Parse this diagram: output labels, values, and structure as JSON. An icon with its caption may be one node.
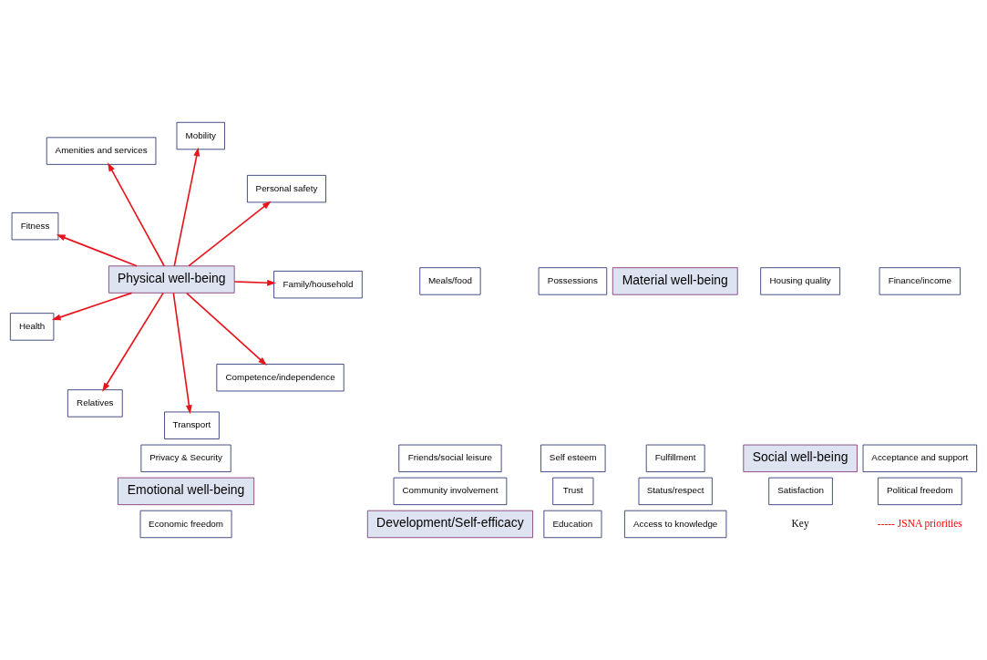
{
  "diagram": {
    "nodes": [
      {
        "text": [
          "Fitness"
        ]
      },
      {
        "text": [
          "Personal safety"
        ]
      },
      {
        "text": [
          "Meals/food"
        ]
      },
      {
        "text": [
          "Transport"
        ]
      },
      {
        "text": [
          "Mobility"
        ]
      },
      {
        "text": [
          "Possessions"
        ]
      },
      {
        "text": [
          "Physical well-being"
        ]
      },
      {
        "text": [
          "Amenities and services"
        ]
      },
      {
        "text": [
          "Material well-being"
        ]
      },
      {
        "text": [
          "Health"
        ]
      },
      {
        "text": [
          "Housing quality"
        ]
      },
      {
        "text": [
          "Finance/income"
        ]
      },
      {
        "text": [
          "Privacy & Security"
        ]
      },
      {
        "text": [
          "Family/household"
        ]
      },
      {
        "text": [
          "Friends/social leisure"
        ]
      },
      {
        "text": [
          "Self esteem"
        ]
      },
      {
        "text": [
          "Fulfillment"
        ]
      },
      {
        "text": [
          "Social well-being"
        ]
      },
      {
        "text": [
          "Acceptance and support"
        ]
      },
      {
        "text": [
          "Emotional well-being"
        ]
      },
      {
        "text": [
          "Relatives"
        ]
      },
      {
        "text": [
          "Community involvement"
        ]
      },
      {
        "text": [
          "Trust"
        ]
      },
      {
        "text": [
          "Status/respect"
        ]
      },
      {
        "text": [
          "Satisfaction"
        ]
      },
      {
        "text": [
          "Political freedom"
        ]
      },
      {
        "text": [
          "Economic freedom"
        ]
      },
      {
        "text": [
          "Competence/independence"
        ]
      },
      {
        "text": [
          "Development/Self-efficacy"
        ]
      },
      {
        "text": [
          "Education"
        ]
      },
      {
        "text": [
          "Access to knowledge"
        ]
      }
    ],
    "edges": [
      {
        "from": 6,
        "to": 1,
        "arrow": "to"
      },
      {
        "from": 6,
        "to": 0,
        "arrow": "to"
      },
      {
        "from": 6,
        "to": 4,
        "arrow": "to"
      },
      {
        "from": 6,
        "to": 3,
        "arrow": "to"
      },
      {
        "from": 6,
        "to": 7,
        "arrow": "to"
      },
      {
        "from": 6,
        "to": 9,
        "arrow": "to"
      },
      {
        "from": 6,
        "to": 13,
        "arrow": "to"
      },
      {
        "from": 6,
        "to": 20,
        "arrow": "to"
      },
      {
        "from": 6,
        "to": 27,
        "arrow": "to"
      }
    ],
    "labels": [
      "Key"
    ],
    "legend": [
      {
        "text": "----- JSNA priorities",
        "color": "#ff0000"
      }
    ]
  }
}
